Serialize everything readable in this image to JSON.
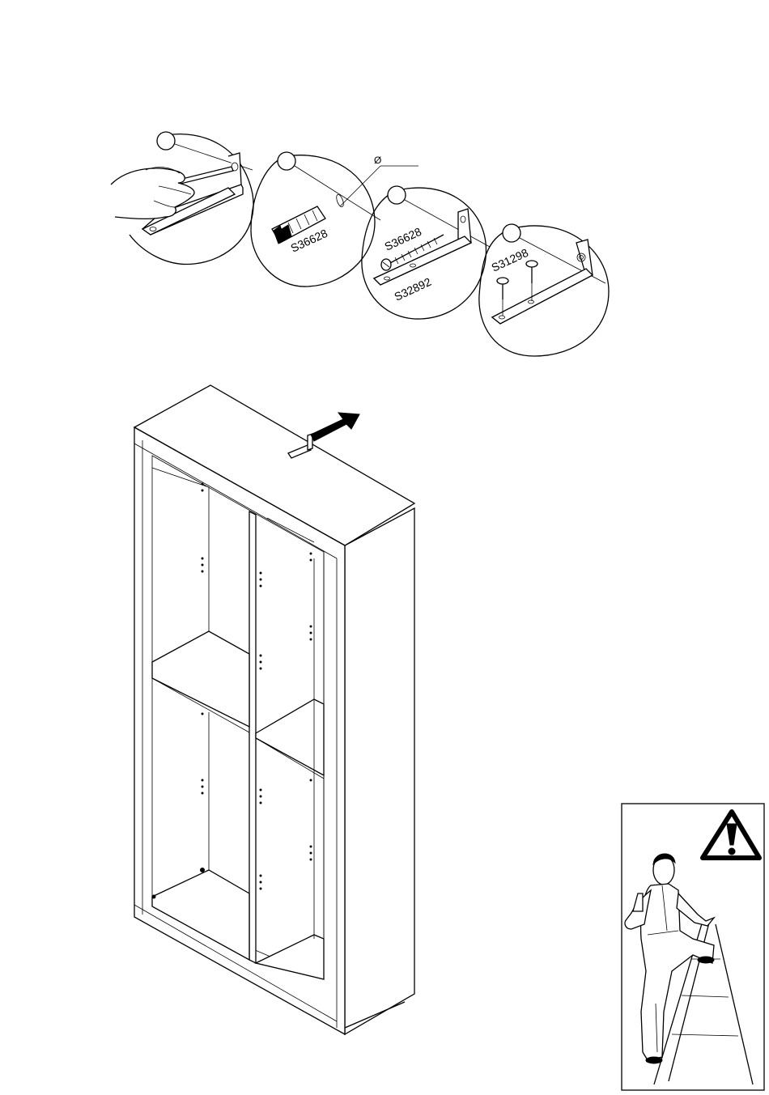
{
  "page": {
    "background": "#ffffff",
    "line_color": "#000000"
  },
  "details": {
    "diameter_symbol": "Ø",
    "step1": {
      "icon": "pencil-mark-icon"
    },
    "step2": {
      "part_code": "S36628",
      "icon": "wall-plug-icon"
    },
    "step3": {
      "part_code_screw": "S36628",
      "part_code_bracket": "S32892",
      "icon": "angle-bracket-icon"
    },
    "step4": {
      "part_code": "S31298",
      "icon": "screw-pair-icon"
    }
  },
  "cabinet": {
    "icon": "bookcase-icon",
    "arrow_icon": "push-arrow-icon"
  },
  "warning": {
    "icon": "warning-triangle-icon",
    "person_icon": "worker-on-ladder-icon"
  }
}
